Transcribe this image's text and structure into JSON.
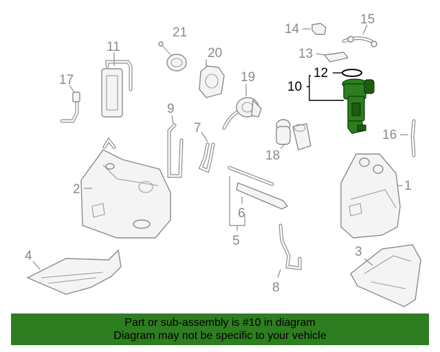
{
  "diagram": {
    "callouts": {
      "c1": "1",
      "c2": "2",
      "c3": "3",
      "c4": "4",
      "c5": "5",
      "c6": "6",
      "c7": "7",
      "c8": "8",
      "c9": "9",
      "c10": "10",
      "c11": "11",
      "c12": "12",
      "c13": "13",
      "c14": "14",
      "c15": "15",
      "c16": "16",
      "c17": "17",
      "c18": "18",
      "c19": "19",
      "c20": "20",
      "c21": "21"
    },
    "highlighted_part": "10",
    "highlight_color": "#2e7d20",
    "line_color": "#8a8a8a"
  },
  "banner": {
    "line1": "Part or sub-assembly is #10 in diagram",
    "line2": "Diagram may not be specific to your vehicle",
    "background": "#2e7d20"
  }
}
